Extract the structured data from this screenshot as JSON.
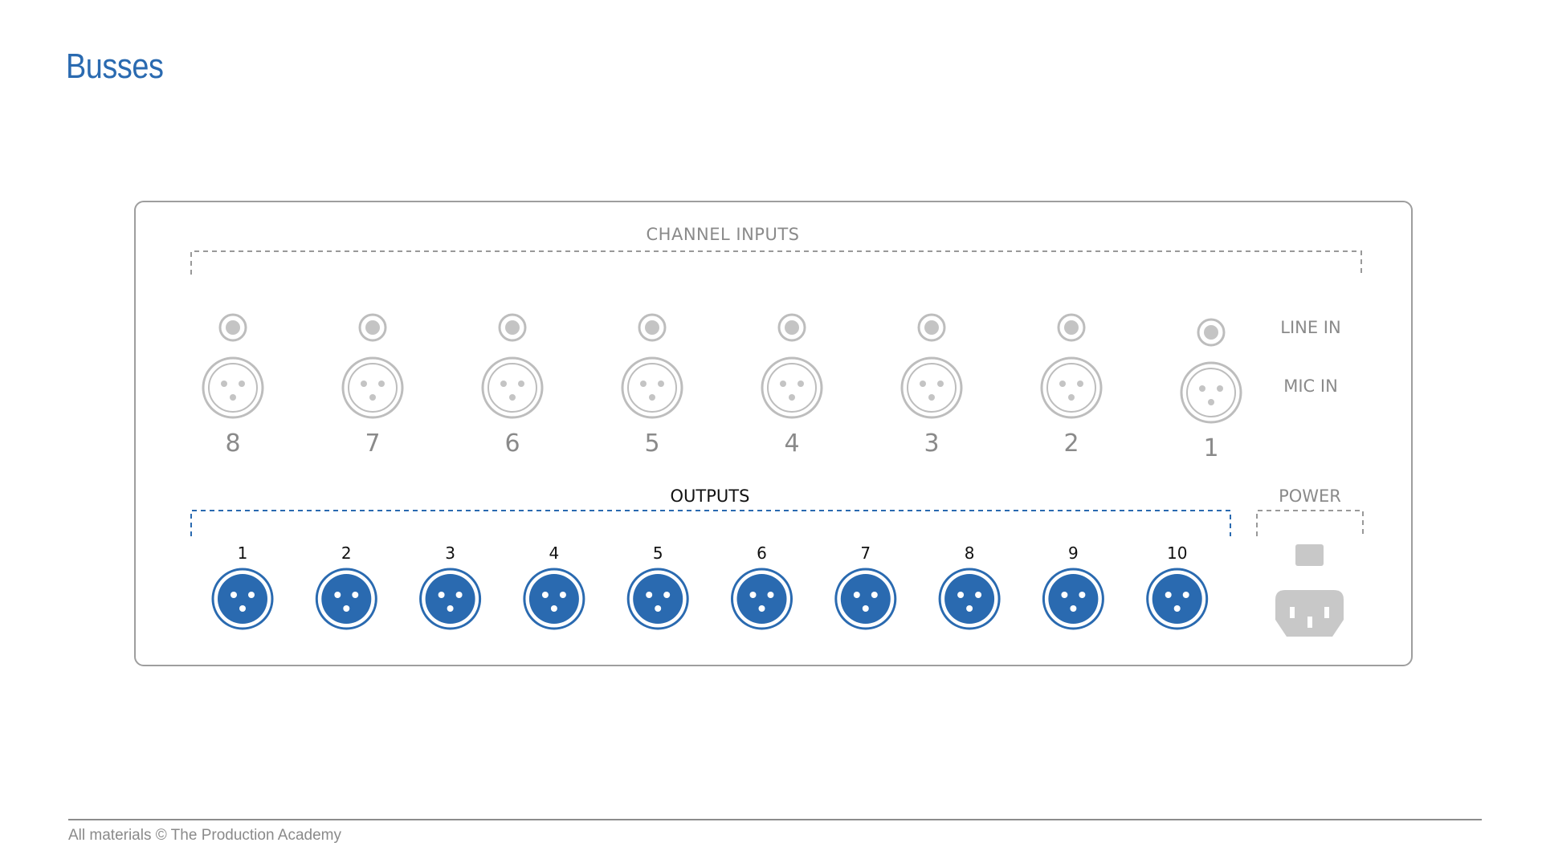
{
  "slide": {
    "title": "Busses",
    "footer": "All materials © The Production Academy"
  },
  "panel": {
    "channel_inputs_label": "CHANNEL INPUTS",
    "line_in_label": "LINE IN",
    "mic_in_label": "MIC IN",
    "outputs_label": "OUTPUTS",
    "power_label": "POWER",
    "channels": [
      "8",
      "7",
      "6",
      "5",
      "4",
      "3",
      "2",
      "1"
    ],
    "outputs": [
      "1",
      "2",
      "3",
      "4",
      "5",
      "6",
      "7",
      "8",
      "9",
      "10"
    ]
  },
  "colors": {
    "accent_blue": "#2a6ab0",
    "connector_blue": "#2a6ab0",
    "input_gray": "#bdbdbd",
    "label_gray": "#8a8a8a"
  }
}
